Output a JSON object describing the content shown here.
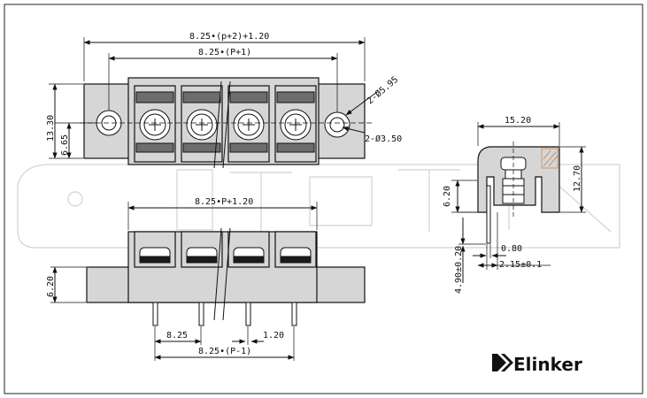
{
  "brand": {
    "logo_text": "Elinker"
  },
  "dimensions": {
    "top_overall": "8.25•(p+2)+1.20",
    "top_pitch": "8.25•(P+1)",
    "height_13_30": "13.30",
    "height_6_65": "6.65",
    "hole_large": "2-Ø5.95",
    "hole_small": "2-Ø3.50",
    "side_width": "15.20",
    "side_height": "12.70",
    "side_6_20": "6.20",
    "side_0_80": "0.80",
    "side_2_15": "2.15±0.1",
    "side_4_90": "4.90±0.20",
    "front_pitch": "8.25•P+1.20",
    "front_6_20": "6.20",
    "front_8_25": "8.25",
    "front_1_20": "1.20",
    "front_bottom": "8.25•(P-1)"
  }
}
